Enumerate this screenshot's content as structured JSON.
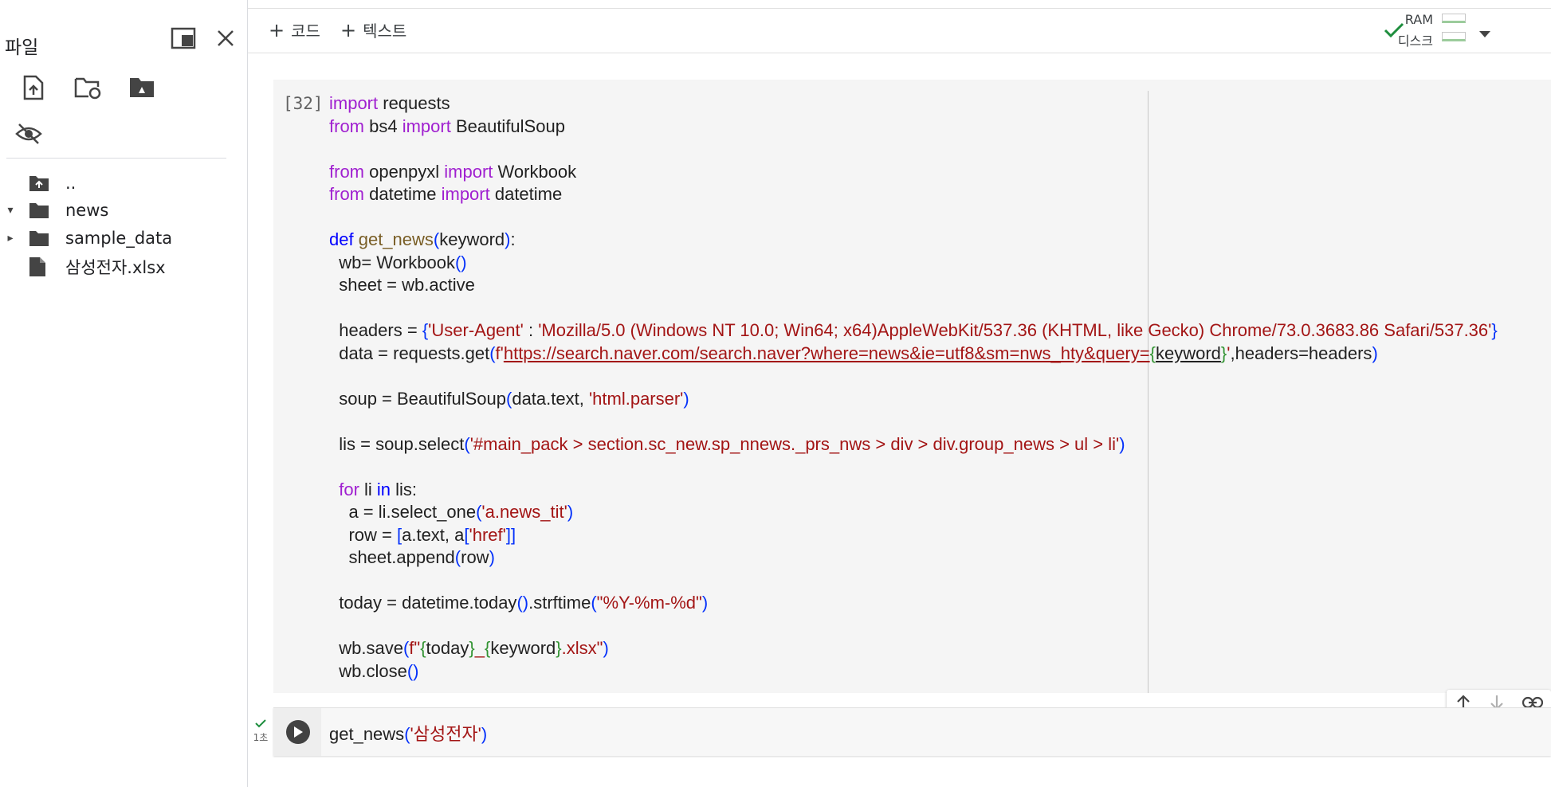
{
  "sidebar": {
    "title": "파일",
    "tree": [
      {
        "name": "..",
        "icon": "folder-up-icon",
        "caret": ""
      },
      {
        "name": "news",
        "icon": "folder-icon",
        "caret": "▾"
      },
      {
        "name": "sample_data",
        "icon": "folder-icon",
        "caret": "▸"
      },
      {
        "name": "삼성전자.xlsx",
        "icon": "file-icon",
        "caret": ""
      }
    ]
  },
  "toolbar": {
    "add_code": "코드",
    "add_text": "텍스트",
    "ram_label": "RAM",
    "disk_label": "디스크"
  },
  "cell1": {
    "exec_count": "[32]"
  },
  "cell2": {
    "status_label": "1초",
    "code_fn": "get_news",
    "code_open": "(",
    "code_arg": "'삼성전자'",
    "code_close": ")"
  },
  "colors": {
    "keyword": "#a020d0",
    "keyword_blue": "#0000ff",
    "function": "#795e26",
    "string": "#a31515",
    "paren": "#0431fa",
    "success": "#1e8e3e"
  }
}
